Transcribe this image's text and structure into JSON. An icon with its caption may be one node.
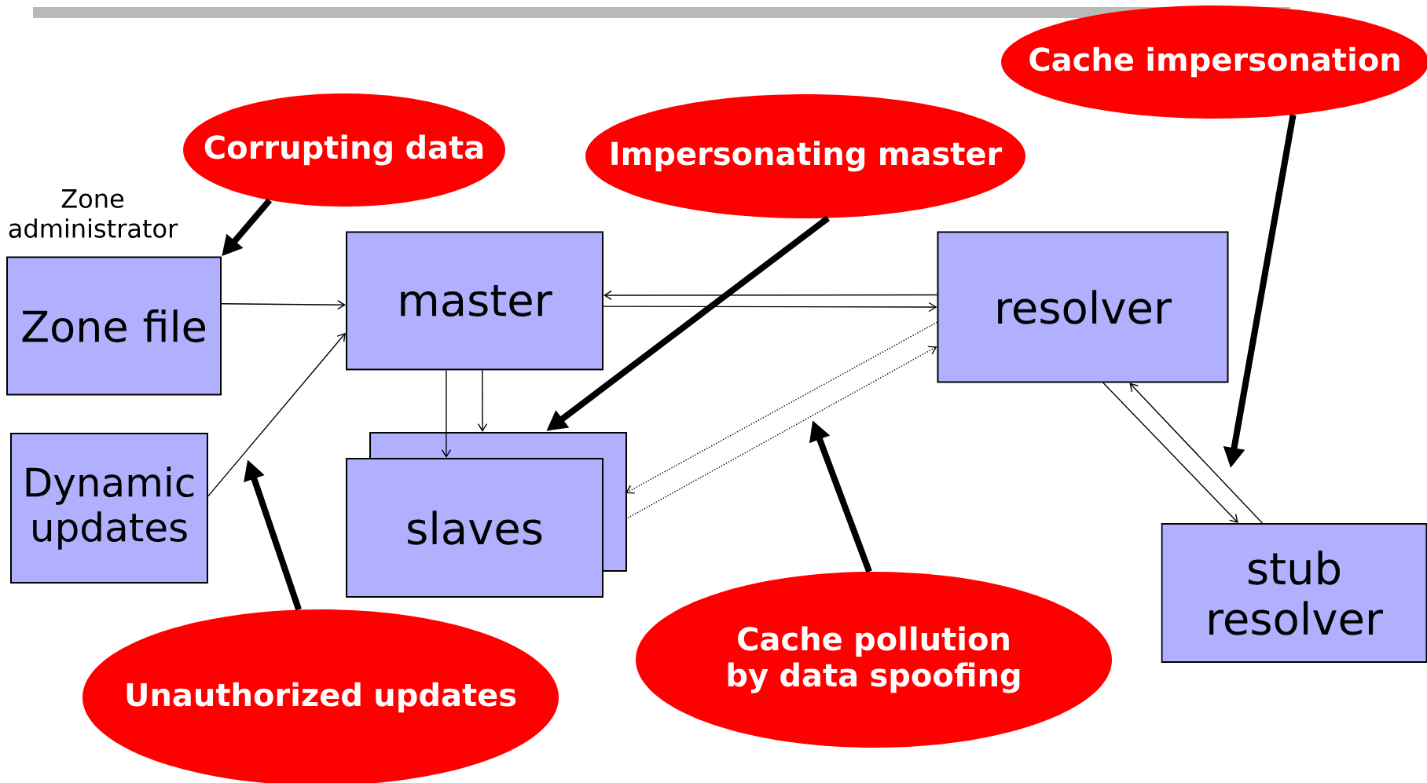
{
  "diagram": {
    "nodes": [
      {
        "text": [
          "Corrupting data"
        ]
      },
      {
        "text": [
          "Impersonating master"
        ]
      },
      {
        "text": [
          "Cache impersonation"
        ]
      },
      {
        "text": [
          "Zone file"
        ]
      },
      {
        "text": [
          "master"
        ]
      },
      {
        "text": [
          "resolver"
        ]
      },
      {
        "text": [
          "Dynamic updates"
        ]
      },
      {
        "text": [
          "slaves"
        ]
      },
      {
        "text": [
          "stub resolver"
        ]
      },
      {
        "text": [
          "Unauthorized updates"
        ]
      },
      {
        "text": [
          "Cache pollution by data spoofing"
        ]
      }
    ],
    "edges": [
      {
        "from": 3,
        "to": 4,
        "arrow": "to"
      },
      {
        "from": 6,
        "to": 4,
        "arrow": "to"
      },
      {
        "from": 5,
        "to": 4,
        "arrow": "to"
      },
      {
        "from": 4,
        "to": 5,
        "arrow": "to"
      },
      {
        "from": 4,
        "to": 7,
        "arrow": "to"
      },
      {
        "from": 4,
        "to": 7,
        "arrow": "to"
      },
      {
        "from": 5,
        "to": 7,
        "arrow": "to",
        "style": "dashed"
      },
      {
        "from": 7,
        "to": 5,
        "arrow": "to",
        "style": "dashed"
      },
      {
        "from": 5,
        "to": 8,
        "arrow": "to"
      },
      {
        "from": 8,
        "to": 5,
        "arrow": "to"
      },
      {
        "from": 0,
        "to": 3,
        "arrow": "to",
        "style": "thick"
      },
      {
        "from": 1,
        "to": 7,
        "arrow": "to",
        "style": "thick"
      },
      {
        "from": 2,
        "to": null,
        "arrow": "to",
        "style": "thick"
      },
      {
        "from": 9,
        "to": null,
        "arrow": "to",
        "style": "thick"
      },
      {
        "from": 10,
        "to": null,
        "arrow": "to",
        "style": "thick"
      }
    ],
    "labels": [
      "Zone administrator"
    ]
  }
}
